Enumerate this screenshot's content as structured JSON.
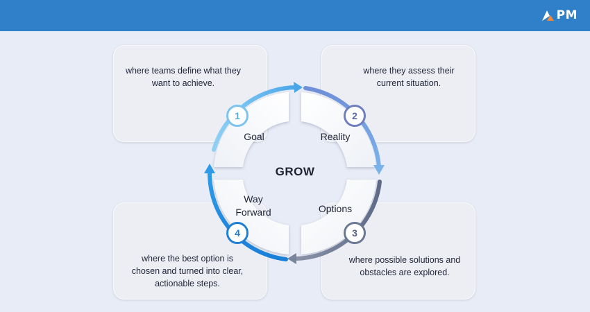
{
  "brand": {
    "logo_text": "PM"
  },
  "diagram": {
    "center": "GROW",
    "stages": [
      {
        "number": "1",
        "label": "Goal",
        "description": "where teams define what they want to achieve."
      },
      {
        "number": "2",
        "label": "Reality",
        "description": "where they assess their current situation."
      },
      {
        "number": "3",
        "label": "Options",
        "description": "where possible solutions and obstacles are explored."
      },
      {
        "number": "4",
        "label": "Way Forward",
        "description": "where the best option is chosen and turned into clear, actionable steps."
      }
    ]
  },
  "colors": {
    "header": "#2f80c9",
    "background": "#e8ecf6",
    "stage_1": "#7cc4ef",
    "stage_2": "#7e8fc9",
    "stage_3": "#6a7894",
    "stage_4": "#1f8ee0"
  }
}
